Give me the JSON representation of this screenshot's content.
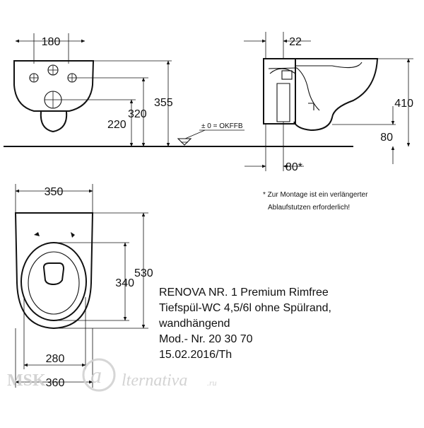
{
  "dimensions": {
    "front_width": "180",
    "side_offset": "22",
    "h355": "355",
    "h320": "320",
    "h220": "220",
    "h410": "410",
    "h80": "80",
    "w80": "80*",
    "okffb": "± 0 = OKFFB",
    "top_width": "350",
    "top_length": "530",
    "seat_length": "340",
    "seat_width": "280",
    "bowl_width": "360"
  },
  "note": {
    "line1": "* Zur Montage ist ein verlängerter",
    "line2": "Ablaufstutzen erforderlich!"
  },
  "product": {
    "line1": "RENOVA NR. 1 Premium Rimfree",
    "line2": "Tiefspül-WC 4,5/6l ohne Spülrand,",
    "line3": "wandhängend",
    "line4": "Mod.- Nr. 20 30 70",
    "line5": "15.02.2016/Th"
  },
  "watermark": {
    "left": "MSK",
    "right": "lternativa",
    "suffix": ".ru"
  }
}
